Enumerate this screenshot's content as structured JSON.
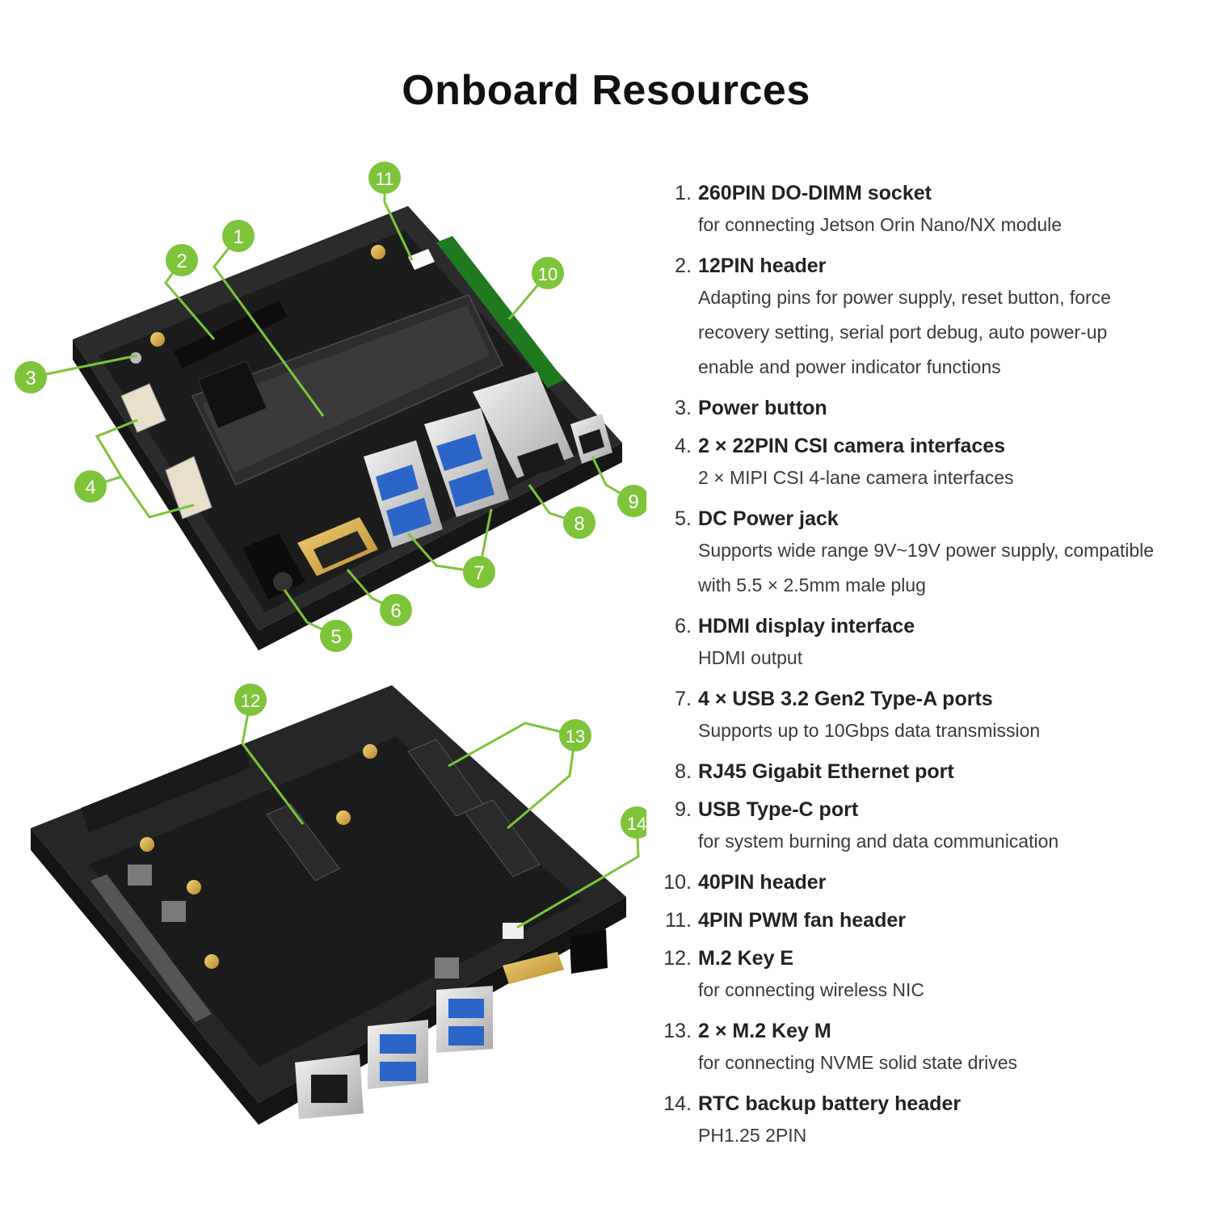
{
  "page": {
    "title": "Onboard Resources"
  },
  "colors": {
    "callout": "#7ec43a",
    "board": "#1e1e1e",
    "tray": "#2c2c2c"
  },
  "callouts": {
    "top": [
      "1",
      "2",
      "3",
      "4",
      "5",
      "6",
      "7",
      "8",
      "9",
      "10",
      "11"
    ],
    "bottom": [
      "12",
      "13",
      "14"
    ]
  },
  "resources": [
    {
      "num": "1.",
      "title": "260PIN DO-DIMM socket",
      "lines": [
        "for connecting Jetson Orin Nano/NX module"
      ]
    },
    {
      "num": "2.",
      "title": "12PIN header",
      "lines": [
        "Adapting pins for power supply, reset button, force",
        "recovery setting, serial port debug, auto power-up",
        "enable and power indicator functions"
      ]
    },
    {
      "num": "3.",
      "title": "Power button",
      "lines": []
    },
    {
      "num": "4.",
      "title": "2 × 22PIN CSI camera interfaces",
      "lines": [
        "2 × MIPI CSI 4-lane camera interfaces"
      ]
    },
    {
      "num": "5.",
      "title": "DC Power jack",
      "lines": [
        "Supports wide range 9V~19V power supply, compatible",
        "with 5.5 × 2.5mm male plug"
      ]
    },
    {
      "num": "6.",
      "title": "HDMI display interface",
      "lines": [
        "HDMI output"
      ]
    },
    {
      "num": "7.",
      "title": "4 × USB 3.2 Gen2 Type-A ports",
      "lines": [
        "Supports up to 10Gbps data transmission"
      ]
    },
    {
      "num": "8.",
      "title": "RJ45 Gigabit Ethernet port",
      "lines": []
    },
    {
      "num": "9.",
      "title": "USB Type-C port",
      "lines": [
        "for system burning and data communication"
      ]
    },
    {
      "num": "10.",
      "title": "40PIN header",
      "lines": []
    },
    {
      "num": "11.",
      "title": "4PIN PWM fan header",
      "lines": []
    },
    {
      "num": "12.",
      "title": "M.2 Key E",
      "lines": [
        "for connecting wireless NIC"
      ]
    },
    {
      "num": "13.",
      "title": "2 × M.2 Key M",
      "lines": [
        "for connecting NVME solid state drives"
      ]
    },
    {
      "num": "14.",
      "title": "RTC backup battery header",
      "lines": [
        "PH1.25 2PIN"
      ]
    }
  ]
}
